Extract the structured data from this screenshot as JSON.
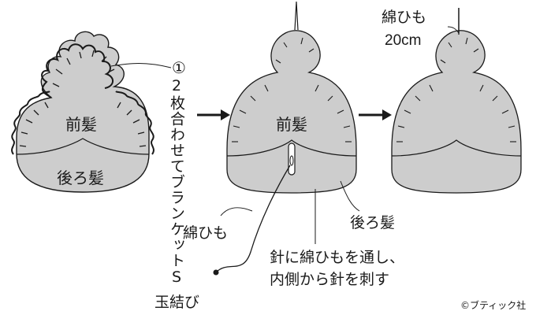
{
  "colors": {
    "fill": "#cdcdcd",
    "stroke": "#1a1a1a",
    "background": "#ffffff"
  },
  "labels": {
    "front_hair_1": "前髪",
    "back_hair_1": "後ろ髪",
    "step1_num": "①",
    "step1_text": "2枚合わせてブランケットS",
    "front_hair_2": "前髪",
    "back_hair_2": "後ろ髪",
    "cotton_cord": "綿ひも",
    "knot": "玉結び",
    "needle_note_1": "針に綿ひもを通し、",
    "needle_note_2": "内側から針を刺す",
    "cord_label_3": "綿ひも",
    "cord_length": "20cm",
    "credit": "©ブティック社"
  },
  "icons": [
    "arrow-right-icon",
    "arrow-right-icon"
  ]
}
